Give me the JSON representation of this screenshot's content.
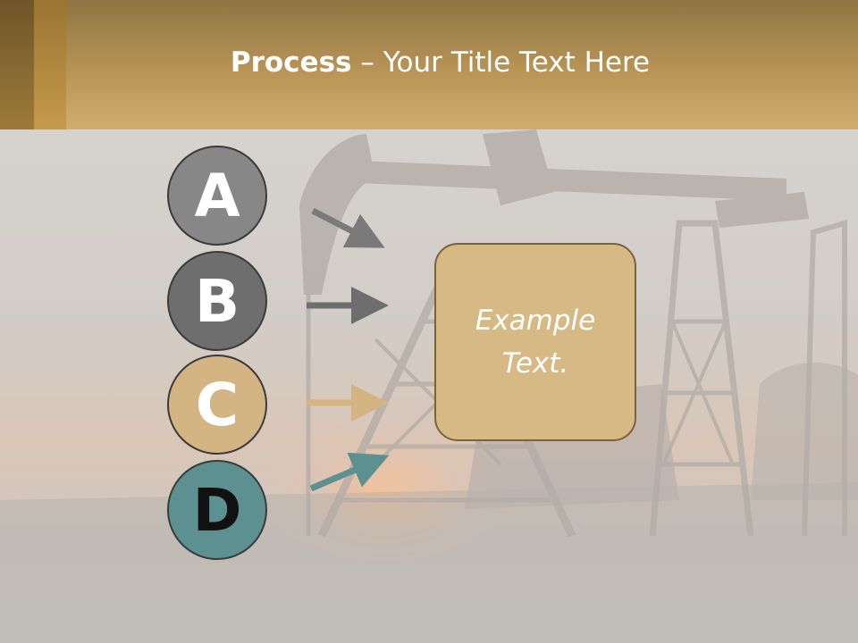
{
  "title": {
    "bold": "Process",
    "rest": " – Your Title Text Here"
  },
  "steps": [
    {
      "letter": "A",
      "color": "#878787",
      "text_color": "#ffffff"
    },
    {
      "letter": "B",
      "color": "#6e6e6e",
      "text_color": "#ffffff"
    },
    {
      "letter": "C",
      "color": "#d4b483",
      "text_color": "#ffffff"
    },
    {
      "letter": "D",
      "color": "#5d9090",
      "text_color": "#111111"
    }
  ],
  "arrow_colors": [
    "#7a7a7a",
    "#6e6e6e",
    "#d4b483",
    "#5d9090"
  ],
  "example_box": {
    "text": "Example Text.",
    "fill": "#d7b985",
    "border": "#7a6338"
  },
  "colors": {
    "header": "#b89456",
    "background": "#cfcbc6"
  }
}
